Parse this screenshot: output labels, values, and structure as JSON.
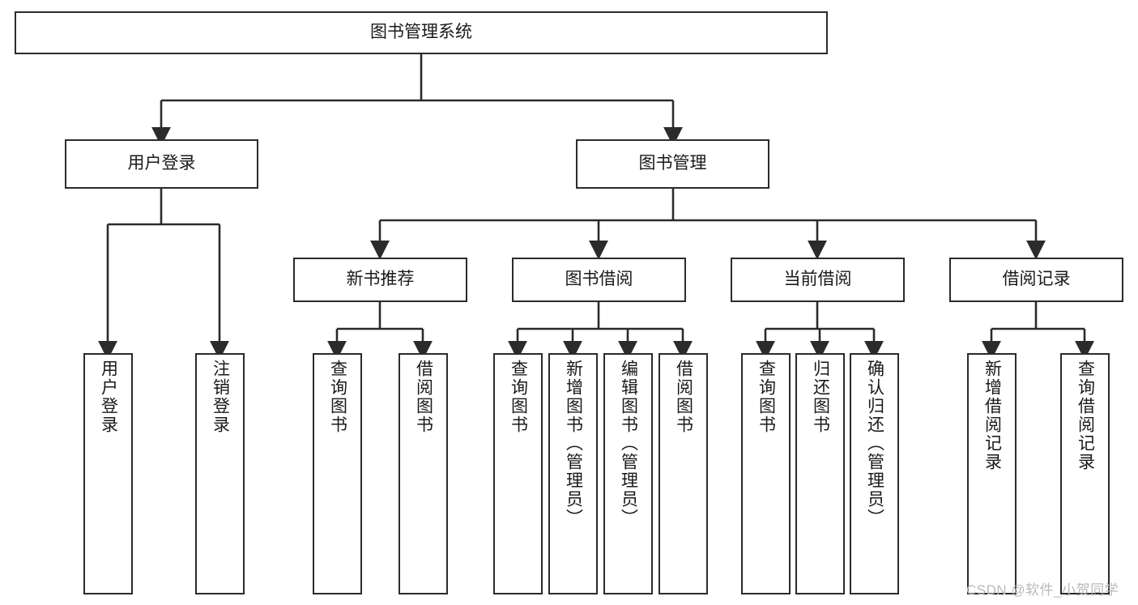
{
  "diagram": {
    "title": "图书管理系统",
    "type": "tree-hierarchy",
    "watermark": "CSDN @软件_小贺同学",
    "colors": {
      "border": "#2b2b2b",
      "text": "#1a1a1a",
      "background": "#ffffff",
      "watermark": "#b9b9b9"
    }
  },
  "root": {
    "label": "图书管理系统"
  },
  "level2": [
    {
      "label": "用户登录"
    },
    {
      "label": "图书管理"
    }
  ],
  "level3": [
    {
      "label": "新书推荐"
    },
    {
      "label": "图书借阅"
    },
    {
      "label": "当前借阅"
    },
    {
      "label": "借阅记录"
    }
  ],
  "leaves": {
    "user_login": [
      {
        "label": "用户登录"
      },
      {
        "label": "注销登录"
      }
    ],
    "new_book": [
      {
        "label": "查询图书"
      },
      {
        "label": "借阅图书"
      }
    ],
    "book_borrow": [
      {
        "label": "查询图书"
      },
      {
        "label": "新增图书（管理员）"
      },
      {
        "label": "编辑图书（管理员）"
      },
      {
        "label": "借阅图书"
      }
    ],
    "current_borrow": [
      {
        "label": "查询图书"
      },
      {
        "label": "归还图书"
      },
      {
        "label": "确认归还（管理员）"
      }
    ],
    "borrow_record": [
      {
        "label": "新增借阅记录"
      },
      {
        "label": "查询借阅记录"
      }
    ]
  }
}
